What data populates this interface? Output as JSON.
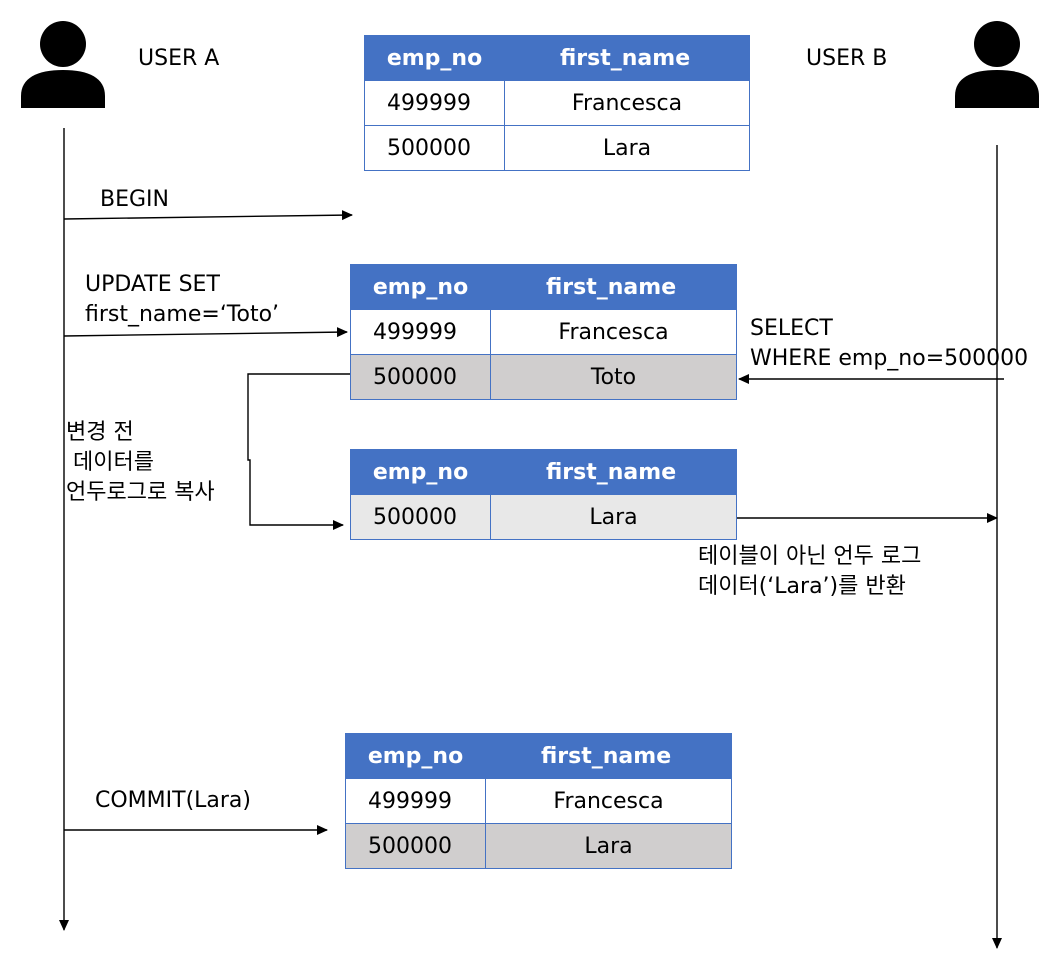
{
  "users": {
    "a": {
      "label": "USER A",
      "icon": "user-icon"
    },
    "b": {
      "label": "USER B",
      "icon": "user-icon"
    }
  },
  "colors": {
    "header": "#4472c4",
    "header_text": "#ffffff",
    "highlight_row": "#d0cece",
    "light_row": "#e8e8e8",
    "line": "#000000"
  },
  "tables": {
    "initial": {
      "headers": [
        "emp_no",
        "first_name"
      ],
      "rows": [
        [
          "499999",
          "Francesca"
        ],
        [
          "500000",
          "Lara"
        ]
      ]
    },
    "after_update": {
      "headers": [
        "emp_no",
        "first_name"
      ],
      "rows": [
        [
          "499999",
          "Francesca"
        ],
        [
          "500000",
          "Toto"
        ]
      ]
    },
    "undo_log": {
      "headers": [
        "emp_no",
        "first_name"
      ],
      "rows": [
        [
          "500000",
          "Lara"
        ]
      ]
    },
    "after_commit": {
      "headers": [
        "emp_no",
        "first_name"
      ],
      "rows": [
        [
          "499999",
          "Francesca"
        ],
        [
          "500000",
          "Lara"
        ]
      ]
    }
  },
  "labels": {
    "begin": "BEGIN",
    "update": "UPDATE SET\nfirst_name=‘Toto’",
    "select": "SELECT\nWHERE emp_no=500000",
    "copy_to_undo": "변경 전\n 데이터를\n언두로그로 복사",
    "return_undo": "테이블이 아닌 언두 로그\n데이터(‘Lara’)를 반환",
    "commit": "COMMIT(Lara)"
  }
}
